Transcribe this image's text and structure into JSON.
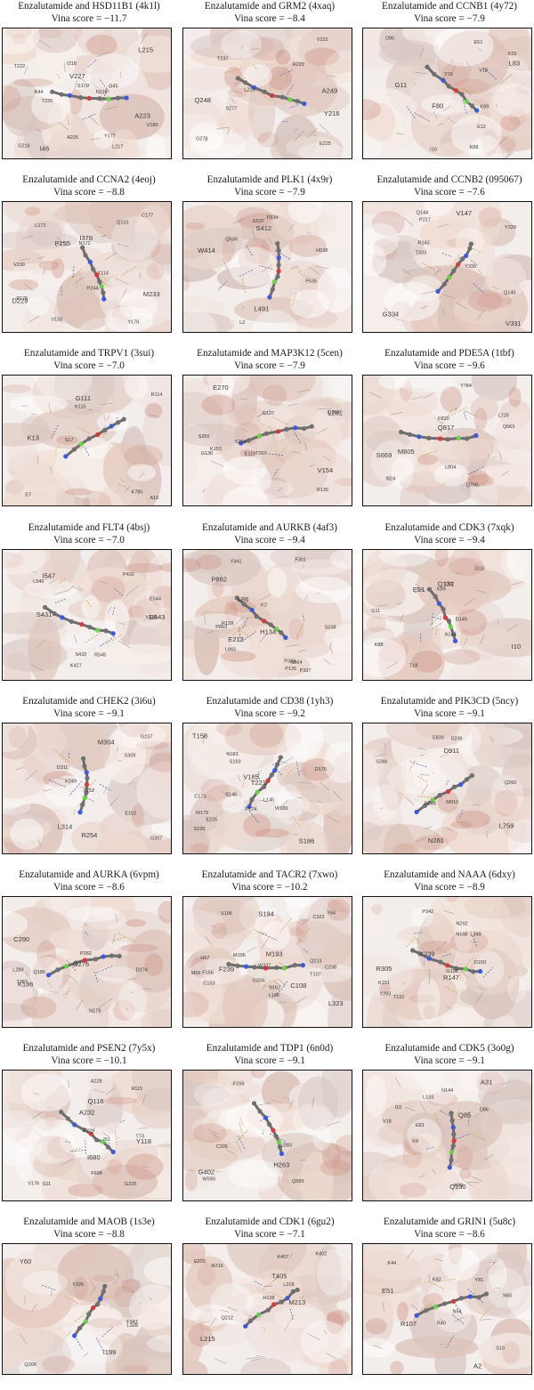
{
  "panels": [
    {
      "title": "Enzalutamide and HSD11B1 (4k1l)",
      "score": "Vina score = −11.7",
      "residues": [
        "V227",
        "A226",
        "Y177",
        "V180",
        "L215",
        "G216",
        "L217",
        "I218",
        "A223",
        "T222",
        "T220",
        "S170",
        "I46",
        "G45",
        "K44",
        "N119"
      ]
    },
    {
      "title": "Enzalutamide and GRM2 (4xaq)",
      "score": "Vina score = −8.4",
      "residues": [
        "A249",
        "E225",
        "R229",
        "G278",
        "Y216",
        "L225",
        "S277",
        "T237",
        "Q248",
        "V222"
      ]
    },
    {
      "title": "Enzalutamide and CCNB1 (4y72)",
      "score": "Vina score = −7.9",
      "residues": [
        "F80",
        "I10",
        "K89",
        "D86",
        "L83",
        "K88",
        "V18",
        "K33",
        "G11",
        "E12",
        "E51",
        "Y15"
      ]
    },
    {
      "title": "Enzalutamide and CCNA2 (4eoj)",
      "score": "Vina score = −8.8",
      "residues": [
        "M233",
        "C177",
        "Y179",
        "L172",
        "D229",
        "V230",
        "V133",
        "Q131",
        "P155",
        "Y114",
        "N172",
        "P176",
        "I378",
        "P244"
      ]
    },
    {
      "title": "Enzalutamide and PLK1 (4x9r)",
      "score": "Vina score = −7.9",
      "residues": [
        "L491",
        "E537",
        "H538",
        "Q536",
        "W414",
        "L2",
        "F535",
        "F534",
        "S412"
      ]
    },
    {
      "title": "Enzalutamide and CCNB2 (095067)",
      "score": "Vina score = −7.6",
      "residues": [
        "V331",
        "Y339",
        "Q140",
        "T333",
        "G334",
        "Y335",
        "R143",
        "Q144",
        "V147",
        "P217"
      ]
    },
    {
      "title": "Enzalutamide and TRPV1 (3sui)",
      "score": "Vina score = −7.0",
      "residues": [
        "G111",
        "K115",
        "R114",
        "S17",
        "K13",
        "A10",
        "K785",
        "E7"
      ]
    },
    {
      "title": "Enzalutamide and MAP3K12 (5cen)",
      "score": "Vina score = −7.9",
      "residues": [
        "L261",
        "Q263",
        "S265",
        "T267",
        "E270",
        "S269",
        "E119",
        "R135",
        "V154",
        "G136",
        "G137",
        "K153"
      ]
    },
    {
      "title": "Enzalutamide and PDE5A (1tbf)",
      "score": "Vina score = −9.6",
      "residues": [
        "Q817",
        "F820",
        "I824",
        "L804",
        "M805",
        "Y784",
        "L725",
        "Q768",
        "S669",
        "Q663"
      ]
    },
    {
      "title": "Enzalutamide and FLT4 (4bsj)",
      "score": "Vina score = −7.0",
      "residues": [
        "D543",
        "E544",
        "L546",
        "R545",
        "I547",
        "Y348",
        "K427",
        "S433",
        "S431",
        "P432"
      ]
    },
    {
      "title": "Enzalutamide and AURKB (4af3)",
      "score": "Vina score = −9.4",
      "residues": [
        "H134",
        "K2",
        "R139",
        "P135",
        "E213",
        "Y341",
        "S338",
        "L865",
        "L86",
        "P336",
        "P337",
        "N864",
        "P862",
        "P863",
        "F301"
      ]
    },
    {
      "title": "Enzalutamide and CDK3 (7xqk)",
      "score": "Vina score = −9.4",
      "residues": [
        "I10",
        "G11",
        "T18",
        "G13",
        "E51",
        "D145",
        "K89",
        "K88",
        "Q131",
        "A144",
        "D92"
      ]
    },
    {
      "title": "Enzalutamide and CHEK2 (3i6u)",
      "score": "Vina score = −9.1",
      "residues": [
        "R254",
        "S252",
        "D311",
        "S309",
        "L314",
        "G237",
        "G307",
        "E152",
        "M304",
        "K249"
      ]
    },
    {
      "title": "Enzalutamide and CD38 (1yh3)",
      "score": "Vina score = −9.2",
      "residues": [
        "T158",
        "C173",
        "P174",
        "D175",
        "V185",
        "S146",
        "L145",
        "W189",
        "S186",
        "N183",
        "W176",
        "S193",
        "T221",
        "S220",
        "E226"
      ]
    },
    {
      "title": "Enzalutamide and PIK3CD (5ncy)",
      "score": "Vina score = −9.1",
      "residues": [
        "D911",
        "M910",
        "E826",
        "Q260",
        "N261",
        "S236",
        "S248",
        "R246",
        "L759"
      ]
    },
    {
      "title": "Enzalutamide and AURKA (6vpm)",
      "score": "Vina score = −8.6",
      "residues": [
        "C290",
        "T287",
        "P282",
        "L289",
        "G276",
        "D274",
        "N179",
        "Q185",
        "K186"
      ]
    },
    {
      "title": "Enzalutamide and TACR2 (7xwo)",
      "score": "Vina score = −10.2",
      "residues": [
        "M193",
        "S152",
        "L195",
        "C153",
        "S194",
        "S196",
        "F156",
        "C238",
        "F239",
        "Q213",
        "M106",
        "T107",
        "C108",
        "C322",
        "W337",
        "M66",
        "L323",
        "G324",
        "H67",
        "Y64"
      ]
    },
    {
      "title": "Enzalutamide and NAAA (6dxy)",
      "score": "Vina score = −8.9",
      "residues": [
        "R305",
        "Y293",
        "N292",
        "T132",
        "R147",
        "G198",
        "N148",
        "D150",
        "Y339",
        "L349",
        "K151",
        "P342"
      ]
    },
    {
      "title": "Enzalutamide and PSEN2 (7y5x)",
      "score": "Vina score = −10.1",
      "residues": [
        "I680",
        "F698",
        "I51",
        "S11",
        "Q116",
        "R115",
        "V176",
        "F229",
        "A232",
        "A228",
        "G225",
        "T73",
        "Y118"
      ]
    },
    {
      "title": "Enzalutamide and TDP1 (6n0d)",
      "score": "Vina score = −9.1",
      "residues": [
        "G402",
        "W590",
        "Q589",
        "F259",
        "H263",
        "C205",
        "I283"
      ]
    },
    {
      "title": "Enzalutamide and CDK5 (3o0g)",
      "score": "Vina score = −9.1",
      "residues": [
        "Q130",
        "K89",
        "D86",
        "L133",
        "Q85",
        "N144",
        "I10",
        "V18",
        "A31",
        "K8",
        "E81"
      ]
    },
    {
      "title": "Enzalutamide and MAOB (1s3e)",
      "score": "Vina score = −8.8",
      "residues": [
        "Y60",
        "Q206",
        "L328",
        "Y326",
        "I199",
        "F343"
      ]
    },
    {
      "title": "Enzalutamide and CDK1 (6gu2)",
      "score": "Vina score = −7.1",
      "residues": [
        "T405",
        "K407",
        "K402",
        "H138",
        "M213",
        "R216",
        "Q212",
        "L218",
        "L215",
        "E220"
      ]
    },
    {
      "title": "Enzalutamide and GRIN1 (5u8c)",
      "score": "Vina score = −8.6",
      "residues": [
        "E51",
        "K44",
        "N50",
        "N54",
        "A2",
        "R40",
        "Y81",
        "K82",
        "R107",
        "S10"
      ]
    }
  ]
}
